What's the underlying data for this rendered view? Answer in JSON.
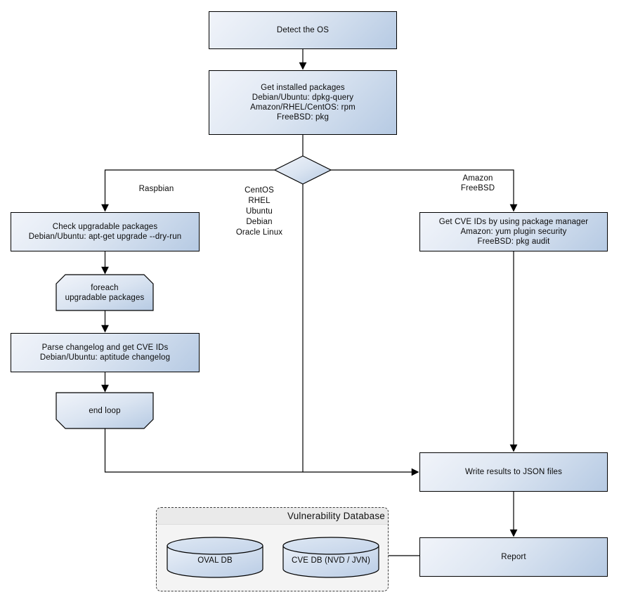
{
  "diagram": {
    "type": "flowchart",
    "colors": {
      "node_fill_start": "#f1f4fa",
      "node_fill_end": "#b6cae3",
      "node_border": "#000000",
      "connector_line": "#000000",
      "group_fill": "#f4f4f4",
      "group_header_fill": "#eaeaea",
      "text": "#0a0a0a",
      "background": "#ffffff"
    },
    "nodes": {
      "detect_os": {
        "label": "Detect the OS"
      },
      "get_installed_packages": {
        "label": "Get installed packages\nDebian/Ubuntu: dpkg-query\nAmazon/RHEL/CentOS: rpm\nFreeBSD: pkg"
      },
      "check_upgradable": {
        "label": "Check upgradable packages\nDebian/Ubuntu: apt-get upgrade --dry-run"
      },
      "foreach_loop": {
        "label": "foreach\nupgradable  packages"
      },
      "parse_changelog": {
        "label": "Parse changelog and get  CVE IDs\nDebian/Ubuntu: aptitude changelog"
      },
      "end_loop": {
        "label": "end loop"
      },
      "get_cve_ids": {
        "label": "Get CVE IDs by using package manager\nAmazon: yum plugin security\nFreeBSD: pkg audit"
      },
      "write_results": {
        "label": "Write results to JSON files"
      },
      "report": {
        "label": "Report"
      }
    },
    "branch_labels": {
      "left": "Raspbian",
      "middle": "CentOS\nRHEL\nUbuntu\nDebian\nOracle Linux",
      "right": "Amazon\nFreeBSD"
    },
    "databases": {
      "title": "Vulnerability Database",
      "items": [
        {
          "label": "OVAL DB"
        },
        {
          "label": "CVE DB (NVD / JVN)"
        }
      ]
    }
  }
}
